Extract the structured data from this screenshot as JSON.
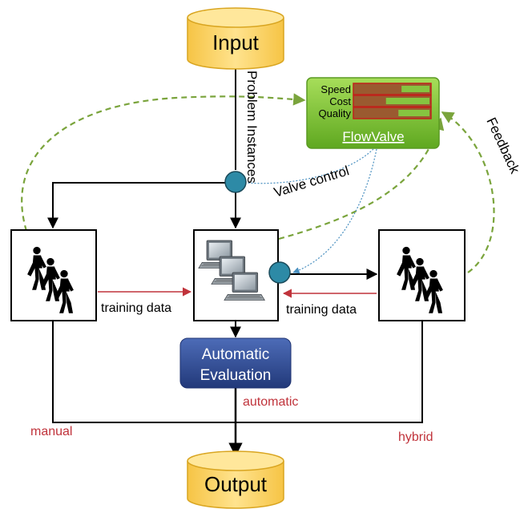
{
  "nodes": {
    "input": "Input",
    "output": "Output",
    "evaluation_line1": "Automatic",
    "evaluation_line2": "Evaluation",
    "flowvalve": "FlowValve"
  },
  "flowvalve_meters": [
    {
      "label": "Speed",
      "level": 0.62
    },
    {
      "label": "Cost",
      "level": 0.42
    },
    {
      "label": "Quality",
      "level": 0.58
    }
  ],
  "edges": {
    "problem_instances": "Problem Instances",
    "valve_control": "Valve control",
    "feedback": "Feedback",
    "training_data_left": "training data",
    "training_data_right": "training data",
    "automatic": "automatic",
    "manual": "manual",
    "hybrid": "hybrid"
  },
  "colors": {
    "cylinder": "#fcd96b",
    "cylinder_stroke": "#d9a520",
    "flowvalve_green": "#7cc430",
    "meter_fill": "#9a5a30",
    "meter_level": "#86c440",
    "meter_border": "#c0221b",
    "evaluation_blue": "#2f4f9a",
    "node_teal": "#2d8aa6",
    "feedback_dash": "#7aa43c",
    "training_arrow": "#c0333b",
    "label_red": "#c0333b"
  },
  "icons": {
    "crowd_left": "walking-people-icon",
    "computers": "computer-workstations-icon",
    "crowd_right": "walking-people-icon"
  }
}
